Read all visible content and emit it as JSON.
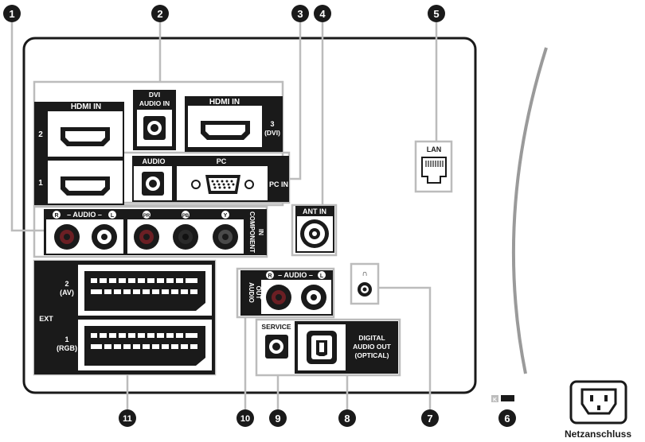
{
  "callouts": [
    {
      "id": "c1",
      "num": "1"
    },
    {
      "id": "c2",
      "num": "2"
    },
    {
      "id": "c3",
      "num": "3"
    },
    {
      "id": "c4",
      "num": "4"
    },
    {
      "id": "c5",
      "num": "5"
    },
    {
      "id": "c6",
      "num": "6"
    },
    {
      "id": "c7",
      "num": "7"
    },
    {
      "id": "c8",
      "num": "8"
    },
    {
      "id": "c9",
      "num": "9"
    },
    {
      "id": "c10",
      "num": "10"
    },
    {
      "id": "c11",
      "num": "11"
    }
  ],
  "labels": {
    "hdmi_in_top": "HDMI IN",
    "hdmi_in_3": "HDMI IN",
    "dvi_audio_l1": "DVI",
    "dvi_audio_l2": "AUDIO IN",
    "hdmi_3_num": "3",
    "hdmi_3_sub": "(DVI)",
    "hdmi_2_num": "2",
    "hdmi_1_num": "1",
    "audio": "AUDIO",
    "pc": "PC",
    "pc_in": "PC IN",
    "lan": "LAN",
    "ant_in": "ANT IN",
    "component_l1": "COMPONENT",
    "component_l2": "IN",
    "comp_audio": "– AUDIO –",
    "pr": "PR",
    "pb": "PB",
    "y": "Y",
    "r": "R",
    "l": "L",
    "ext": "EXT",
    "scart_2_num": "2",
    "scart_2_sub": "(AV)",
    "scart_1_num": "1",
    "scart_1_sub": "(RGB)",
    "audio_out_l1": "AUDIO",
    "audio_out_l2": "OUT",
    "audio_out_hdr": "– AUDIO –",
    "service": "SERVICE",
    "digital_l1": "DIGITAL",
    "digital_l2": "AUDIO OUT",
    "digital_l3": "(OPTICAL)",
    "headphone_glyph": "∩",
    "lock_k": "K",
    "power": "Netzanschluss"
  }
}
